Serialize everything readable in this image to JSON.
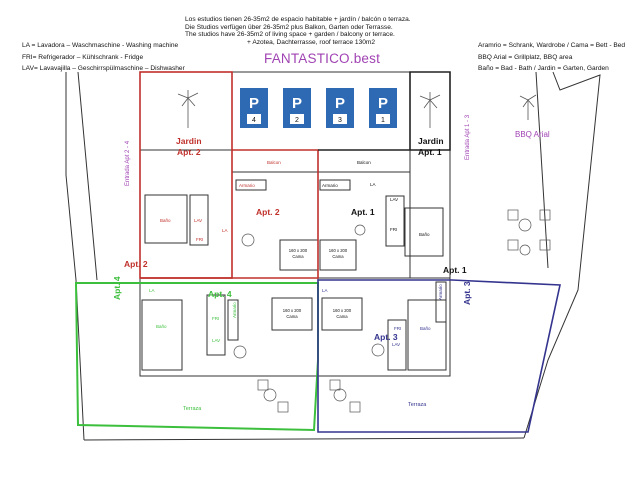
{
  "header": {
    "lines": [
      "Los estudios tienen 26-35m2 de espacio habitable + jardín / balcón o terraza.",
      "Die Studios verfügen über 26-35m2 plus Balkon, Garten oder Terrasse.",
      "The studios have 26-35m2 of living space + garden / balcony or terrace.",
      "+ Azotea, Dachterrasse, roof terrace 130m2"
    ]
  },
  "brand": "FANTASTICO.best",
  "legend_left": [
    "LA = Lavadora – Waschmaschine - Washing machine",
    "FRI= Refrigerador – Kühlschrank - Fridge",
    "LAV= Lavavajilla – Geschirrspülmaschine – Dishwasher"
  ],
  "legend_right": [
    "Aramrio = Schrank, Wardrobe / Cama = Bett - Bed",
    "BBQ Arial = Grillplatz, BBQ area",
    "Baño = Bad - Bath / Jardin = Garten, Garden"
  ],
  "parking": [
    "4",
    "2",
    "3",
    "1"
  ],
  "labels": {
    "jardin": "Jardin",
    "apt2": "Apt. 2",
    "apt1": "Apt. 1",
    "apt3": "Apt. 3",
    "apt4": "Apt. 4",
    "bbq": "BBQ Arial",
    "balcon": "Balcon",
    "armario": "Armario",
    "bano": "Baño",
    "lav": "LAV",
    "fri": "FRI",
    "la": "LA",
    "cama_size": "160 x 200",
    "cama": "Cama",
    "entrada24": "Entrada Apt 2 - 4",
    "entrada13": "Entrada Apt 1 - 3",
    "terraza": "Terraza",
    "parking_letter": "P"
  },
  "colors": {
    "apt2": "#c0302b",
    "apt4": "#3cbf3c",
    "apt3": "#34348f",
    "brand": "#a043b3",
    "parking": "#2d6ab3",
    "lines": "#333333"
  }
}
